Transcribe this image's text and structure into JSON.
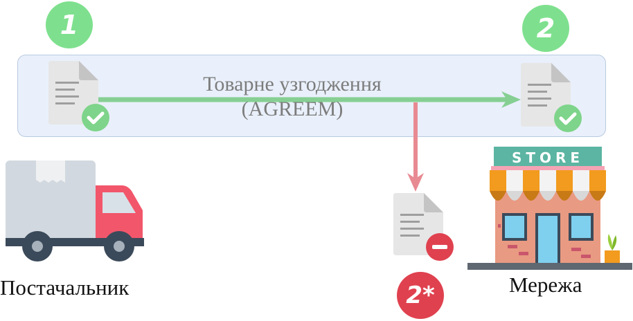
{
  "steps": {
    "step1": "1",
    "step2": "2",
    "step2_alt": "2*"
  },
  "flow": {
    "label_line1": "Товарне узгодження",
    "label_line2": "(AGREEM)"
  },
  "actors": {
    "supplier": "Постачальник",
    "network": "Мережа",
    "store_sign": "STORE"
  },
  "colors": {
    "band_bg": "#e9f0fb",
    "badge_green": "#7ee08e",
    "badge_red": "#e0414f",
    "arrow_green": "#86cf93",
    "arrow_red": "#e88a92"
  },
  "icons": {
    "document_approved": "document-check-icon",
    "document_rejected": "document-minus-icon",
    "truck": "truck-icon",
    "store": "store-icon"
  }
}
